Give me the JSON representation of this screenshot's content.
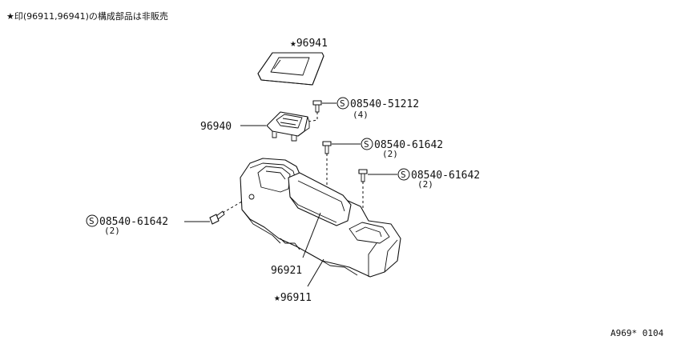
{
  "header_note": "★印(96911,96941)の構成部品は非販売",
  "footer_code": "A969* 0104",
  "symbol_s": "S",
  "parts": {
    "lid": {
      "label": "★96941"
    },
    "bracket": {
      "label": "96940"
    },
    "console_pocket": {
      "label": "96921"
    },
    "console": {
      "label": "★96911"
    },
    "screw_a": {
      "label": "08540-51212",
      "qty": "(4)"
    },
    "screw_b": {
      "label": "08540-61642",
      "qty": "(2)"
    },
    "screw_c": {
      "label": "08540-61642",
      "qty": "(2)"
    },
    "screw_d": {
      "label": "08540-61642",
      "qty": "(2)"
    }
  }
}
